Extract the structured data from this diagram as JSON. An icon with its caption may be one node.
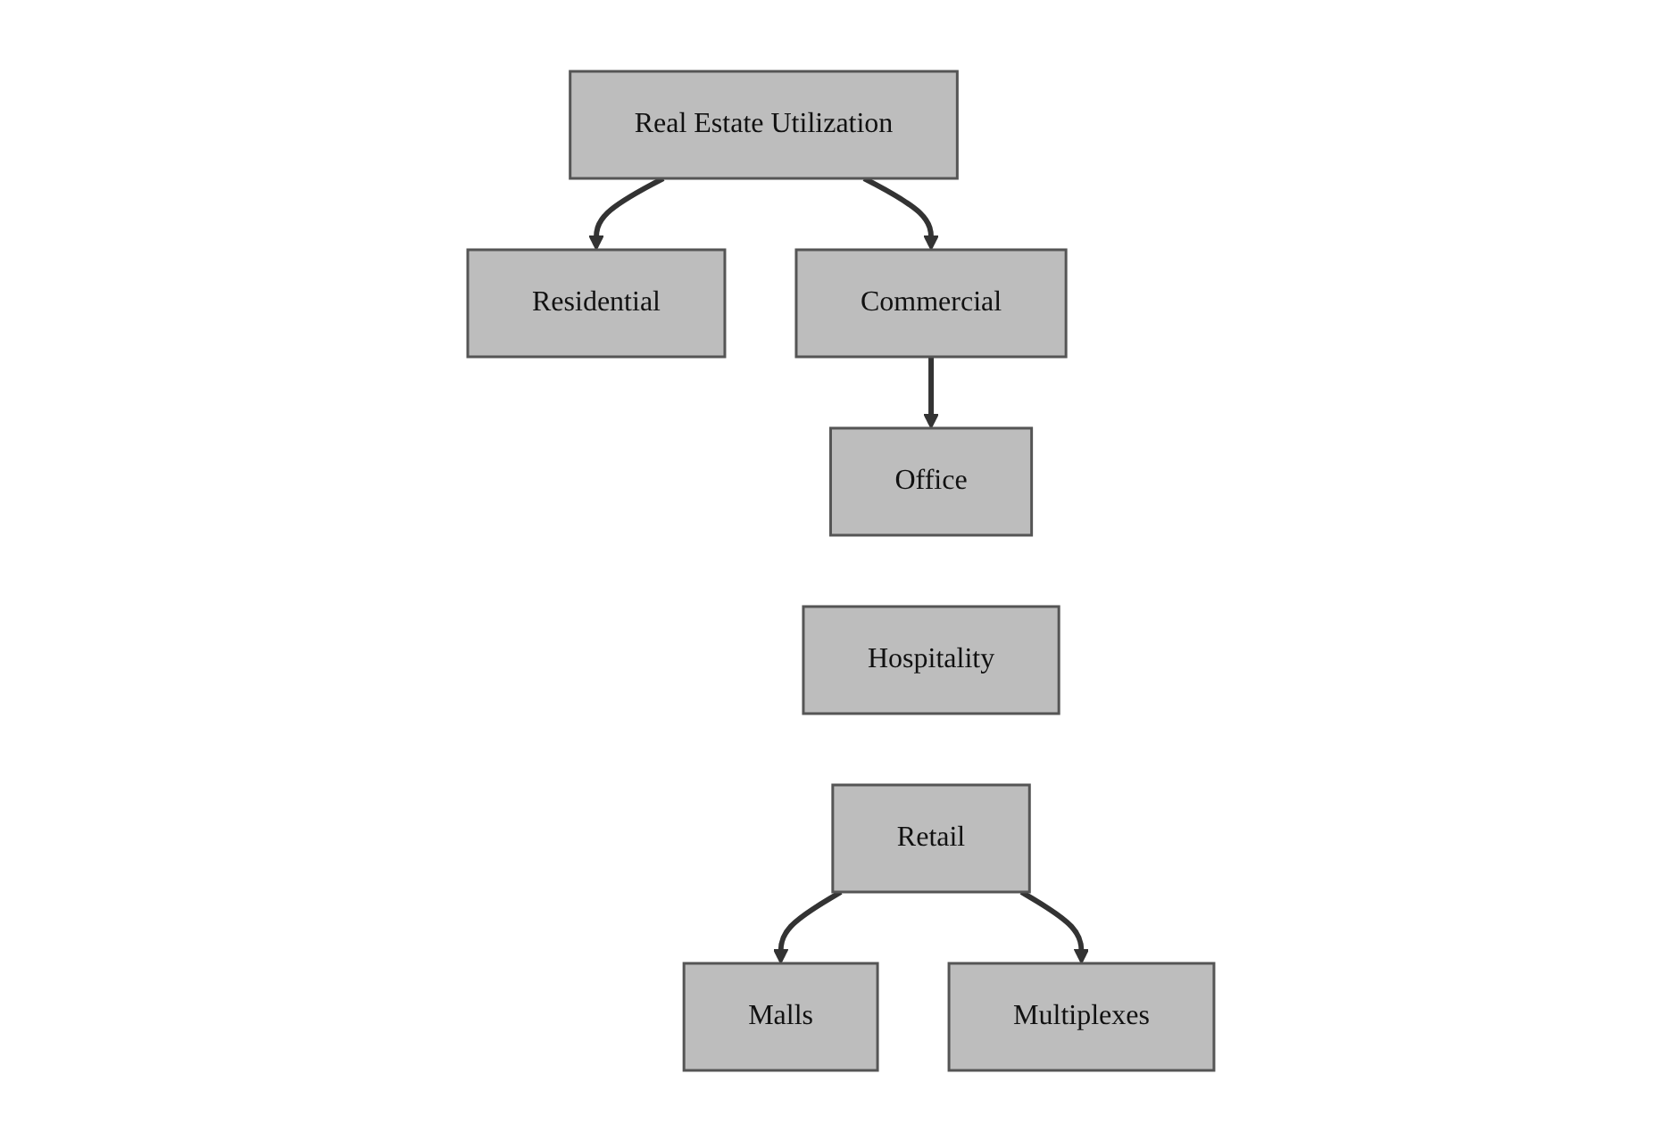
{
  "diagram": {
    "nodes": [
      {
        "text": [
          "Real Estate Utilization"
        ]
      },
      {
        "text": [
          "Residential"
        ]
      },
      {
        "text": [
          "Commercial"
        ]
      },
      {
        "text": [
          "Office"
        ]
      },
      {
        "text": [
          "Hospitality"
        ]
      },
      {
        "text": [
          "Retail"
        ]
      },
      {
        "text": [
          "Malls"
        ]
      },
      {
        "text": [
          "Multiplexes"
        ]
      }
    ],
    "edges": [
      {
        "from": 0,
        "to": 1,
        "arrow": "to"
      },
      {
        "from": 0,
        "to": 2,
        "arrow": "to"
      },
      {
        "from": 2,
        "to": 3,
        "arrow": "to"
      },
      {
        "from": 5,
        "to": 6,
        "arrow": "to"
      },
      {
        "from": 5,
        "to": 7,
        "arrow": "to"
      }
    ]
  }
}
